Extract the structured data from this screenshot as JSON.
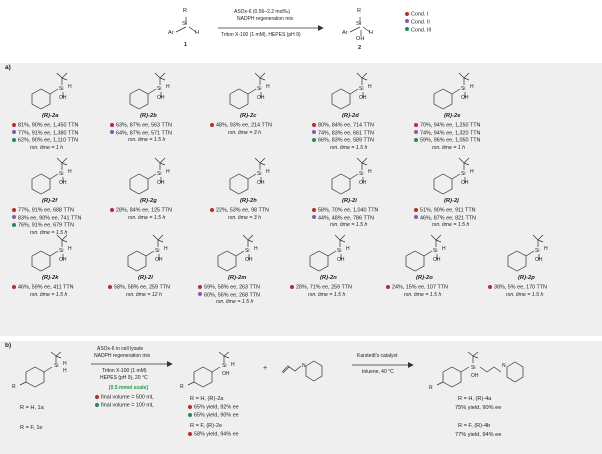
{
  "colors": {
    "cond_i": "#c0282d",
    "cond_ii": "#8a57b5",
    "cond_iii": "#23895a",
    "panel_bg": "#efefef",
    "scale_green": "#1f9a3a"
  },
  "header": {
    "reactant_label": "1",
    "product_label": "2",
    "arrow_top_1": "ASOx-6 (0.56–2.2 mol‰)",
    "arrow_top_2": "NADPH regeneration mix",
    "arrow_bottom": "Triton X-100 (1 mM), HEPES (pH 9)",
    "atoms": {
      "R": "R",
      "Ar": "Ar",
      "Si": "Si",
      "H": "H",
      "OH": "OH"
    },
    "legend": [
      {
        "label": "Cond. I",
        "color": "#c0282d"
      },
      {
        "label": "Cond. II",
        "color": "#8a57b5"
      },
      {
        "label": "Cond. III",
        "color": "#23895a"
      }
    ]
  },
  "panel_a": {
    "label": "a)",
    "compounds": [
      {
        "name": "(R)-2a",
        "results": [
          {
            "c": "#c0282d",
            "t": "81%, 90% ee, 1,450 TTN"
          },
          {
            "c": "#8a57b5",
            "t": "77%, 91% ee, 1,380 TTN"
          },
          {
            "c": "#23895a",
            "t": "62%, 90% ee, 1,110 TTN"
          }
        ],
        "time": "rxn. time = 1 h"
      },
      {
        "name": "(R)-2b",
        "results": [
          {
            "c": "#c0282d",
            "t": "63%, 87% ee, 563 TTN"
          },
          {
            "c": "#8a57b5",
            "t": "64%, 87% ee, 571 TTN"
          }
        ],
        "time": "rxn. time = 1.5 h"
      },
      {
        "name": "(R)-2c",
        "results": [
          {
            "c": "#c0282d",
            "t": "48%, 93% ee, 214 TTN"
          }
        ],
        "time": "rxn. time = 3 h"
      },
      {
        "name": "(R)-2d",
        "results": [
          {
            "c": "#c0282d",
            "t": "80%, 84% ee, 714 TTN"
          },
          {
            "c": "#8a57b5",
            "t": "74%, 83% ee, 661 TTN"
          },
          {
            "c": "#23895a",
            "t": "66%, 83% ee, 589 TTN"
          }
        ],
        "time": "rxn. time = 1.5 h"
      },
      {
        "name": "(R)-2e",
        "results": [
          {
            "c": "#c0282d",
            "t": "70%, 94% ee, 1,250 TTN"
          },
          {
            "c": "#8a57b5",
            "t": "74%, 94% ee, 1,320 TTN"
          },
          {
            "c": "#23895a",
            "t": "59%, 96% ee, 1,050 TTN"
          }
        ],
        "time": "rxn. time = 1 h"
      },
      {
        "name": "(R)-2f",
        "results": [
          {
            "c": "#c0282d",
            "t": "77%, 91% ee, 688 TTN"
          },
          {
            "c": "#8a57b5",
            "t": "83% ee, 90% ee, 741 TTN"
          },
          {
            "c": "#23895a",
            "t": "76%, 91% ee, 679 TTN"
          }
        ],
        "time": "rxn. time = 1.5 h"
      },
      {
        "name": "(R)-2g",
        "results": [
          {
            "c": "#c0282d",
            "t": "28%, 84% ee, 125 TTN"
          }
        ],
        "time": "rxn. time = 1.5 h"
      },
      {
        "name": "(R)-2h",
        "results": [
          {
            "c": "#c0282d",
            "t": "22%, 53% ee, 98 TTN"
          }
        ],
        "time": "rxn. time = 3 h"
      },
      {
        "name": "(R)-2i",
        "results": [
          {
            "c": "#c0282d",
            "t": "58%, 70% ee, 1,040 TTN"
          },
          {
            "c": "#8a57b5",
            "t": "44%, 48% ee, 786 TTN"
          }
        ],
        "time": "rxn. time = 1.5 h"
      },
      {
        "name": "(R)-2j",
        "results": [
          {
            "c": "#c0282d",
            "t": "51%, 90% ee, 911 TTN"
          },
          {
            "c": "#8a57b5",
            "t": "46%, 87% ee, 821 TTN"
          }
        ],
        "time": "rxn. time = 1.5 h"
      },
      {
        "name": "(R)-2k",
        "results": [
          {
            "c": "#c0282d",
            "t": "46%, 59% ee, 411 TTN"
          }
        ],
        "time": "rxn. time = 1.5 h"
      },
      {
        "name": "(R)-2l",
        "results": [
          {
            "c": "#c0282d",
            "t": "58%, 58% ee, 259 TTN"
          }
        ],
        "time": "rxn. time = 12 h"
      },
      {
        "name": "(R)-2m",
        "results": [
          {
            "c": "#c0282d",
            "t": "59%, 58% ee, 263 TTN"
          },
          {
            "c": "#8a57b5",
            "t": "60%, 56% ee, 268 TTN"
          }
        ],
        "time": "rxn. time = 1.5 h"
      },
      {
        "name": "(R)-2n",
        "results": [
          {
            "c": "#c0282d",
            "t": "28%, 71% ee, 259 TTN"
          }
        ],
        "time": "rxn. time = 1.5 h"
      },
      {
        "name": "(R)-2o",
        "results": [
          {
            "c": "#c0282d",
            "t": "24%, 15% ee, 107 TTN"
          }
        ],
        "time": "rxn. time = 1.5 h"
      },
      {
        "name": "(R)-2p",
        "results": [
          {
            "c": "#c0282d",
            "t": "38%, 5% ee, 170 TTN"
          }
        ],
        "time": "rxn. time = 1.5 h"
      }
    ]
  },
  "panel_b": {
    "label": "b)",
    "arrow1_line1": "ASOx-6 in cell lysate",
    "arrow1_line2": "NADPH regeneration mix",
    "arrow1_line3": "Triton X-100 (1 mM)",
    "arrow1_line4": "HEPES (pH 9), 20 °C",
    "scale": "[0.5 mmol scale]",
    "vol1": "final volume = 500 mL",
    "vol2": "final volume = 100 mL",
    "r1": "R = H, 1a",
    "r2": "R = F, 1e",
    "prod_a": "R = H, (R)-2a",
    "prod_a_y1": "65% yield, 92% ee",
    "prod_a_y2": "65% yield, 90% ee",
    "prod_e": "R = F, (R)-2e",
    "prod_e_y": "58% yield, 94% ee",
    "plus": "+",
    "arrow2_top": "Karstedt's catalyst",
    "arrow2_bottom": "toluene, 40 °C",
    "final_a": "R = H, (R)-4a",
    "final_a_y": "75% yield, 90% ee",
    "final_b": "R = F, (R)-4b",
    "final_b_y": "77% yield, 94% ee"
  }
}
